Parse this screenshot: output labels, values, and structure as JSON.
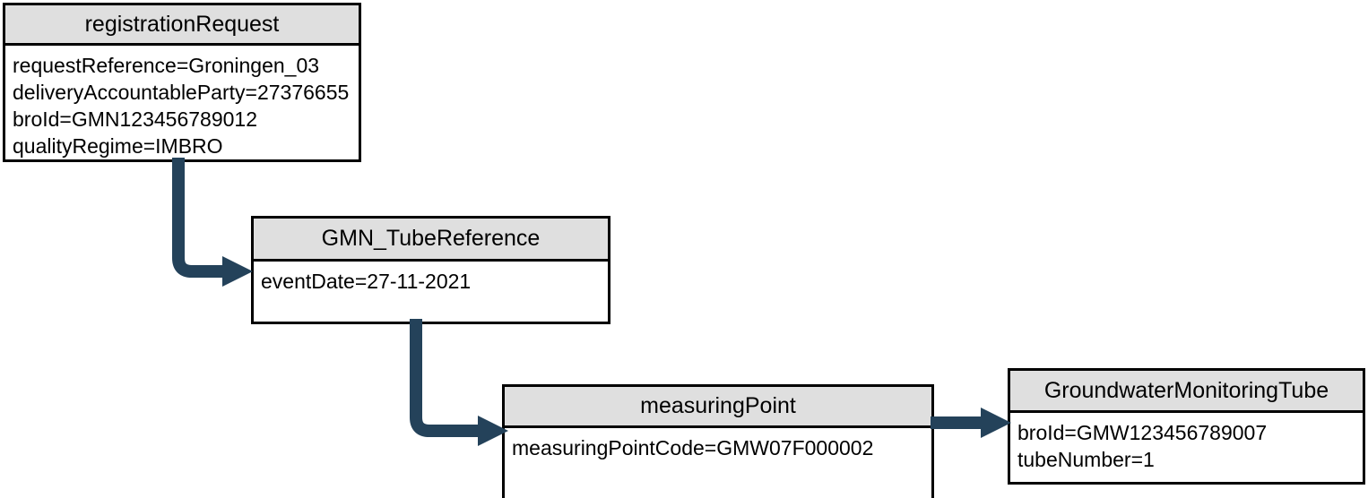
{
  "diagram": {
    "type": "uml-object-diagram",
    "accent_color": "#24425a",
    "header_color": "#dfdfdf",
    "border_color": "#000000",
    "background_color": "#ffffff"
  },
  "boxes": {
    "registration_request": {
      "title": "registrationRequest",
      "attributes": [
        "requestReference=Groningen_03",
        "deliveryAccountableParty=27376655",
        "broId=GMN123456789012",
        "qualityRegime=IMBRO"
      ]
    },
    "gmn_tube_reference": {
      "title": "GMN_TubeReference",
      "attributes": [
        "eventDate=27-11-2021"
      ]
    },
    "measuring_point": {
      "title": "measuringPoint",
      "attributes": [
        "measuringPointCode=GMW07F000002"
      ]
    },
    "groundwater_monitoring_tube": {
      "title": "GroundwaterMonitoringTube",
      "attributes": [
        "broId=GMW123456789007",
        "tubeNumber=1"
      ]
    }
  },
  "connectors": [
    {
      "name": "registration-request-to-gmn-tube-reference",
      "from": "registrationRequest",
      "to": "GMN_TubeReference",
      "style": "elbow-down-right"
    },
    {
      "name": "gmn-tube-reference-to-measuring-point",
      "from": "GMN_TubeReference",
      "to": "measuringPoint",
      "style": "elbow-down-right"
    },
    {
      "name": "measuring-point-to-groundwater-monitoring-tube",
      "from": "measuringPoint",
      "to": "GroundwaterMonitoringTube",
      "style": "straight-right"
    }
  ]
}
